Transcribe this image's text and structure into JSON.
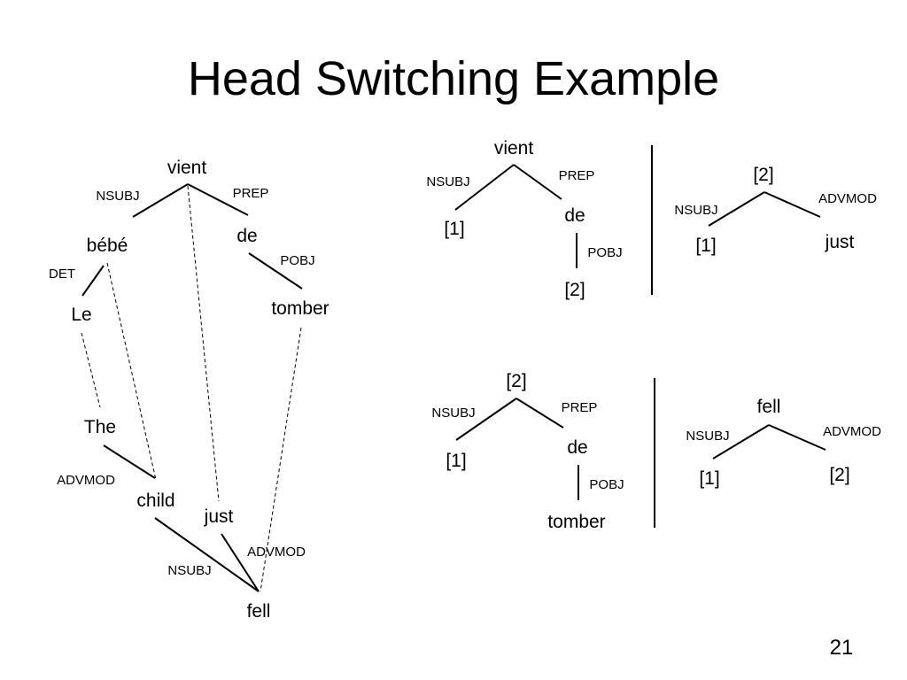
{
  "slide": {
    "title": "Head Switching Example",
    "page_number": "21"
  },
  "main_tree": {
    "words": {
      "vient": "vient",
      "bebe": "bébé",
      "de": "de",
      "le": "Le",
      "tomber": "tomber",
      "the": "The",
      "child": "child",
      "just": "just",
      "fell": "fell"
    },
    "labels": {
      "nsubj_top": "NSUBJ",
      "prep": "PREP",
      "det": "DET",
      "pobj": "POBJ",
      "advmod_left": "ADVMOD",
      "advmod_right": "ADVMOD",
      "nsubj_bottom": "NSUBJ"
    }
  },
  "rules": [
    {
      "source": {
        "root": "vient",
        "left": "[1]",
        "right": "de",
        "child": "[2]",
        "left_label": "NSUBJ",
        "right_label": "PREP",
        "child_label": "POBJ"
      },
      "target": {
        "root": "[2]",
        "left": "[1]",
        "right": "just",
        "left_label": "NSUBJ",
        "right_label": "ADVMOD"
      }
    },
    {
      "source": {
        "root": "[2]",
        "left": "[1]",
        "right": "de",
        "child": "tomber",
        "left_label": "NSUBJ",
        "right_label": "PREP",
        "child_label": "POBJ"
      },
      "target": {
        "root": "fell",
        "left": "[1]",
        "right": "[2]",
        "left_label": "NSUBJ",
        "right_label": "ADVMOD"
      }
    }
  ]
}
